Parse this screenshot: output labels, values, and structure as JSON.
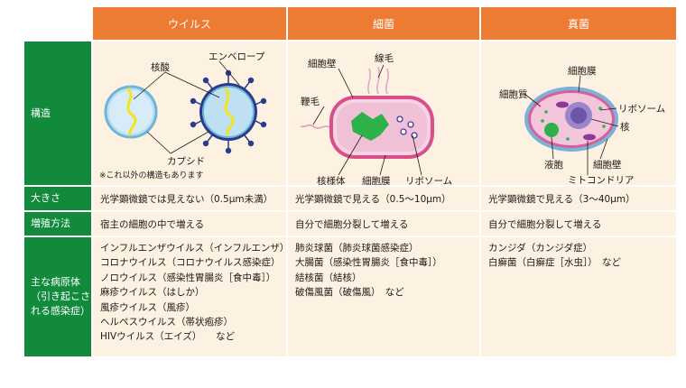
{
  "headers": {
    "virus": "ウイルス",
    "bacteria": "細菌",
    "fungi": "真菌"
  },
  "rows": {
    "structure": "構造",
    "size": "大きさ",
    "multiplication": "増殖方法",
    "pathogens": [
      "主な病原体",
      "（引き起こさ",
      "れる感染症）"
    ]
  },
  "virus_diagram": {
    "nucleic_acid": "核酸",
    "envelope": "エンベロープ",
    "capsid": "カプシド",
    "note": "※これ以外の構造もあります"
  },
  "bacteria_diagram": {
    "cell_wall": "細胞壁",
    "pilus": "線毛",
    "flagellum": "鞭毛",
    "nucleoid": "核様体",
    "cell_membrane": "細胞膜",
    "ribosome": "リボソーム"
  },
  "fungi_diagram": {
    "cell_membrane": "細胞膜",
    "cytoplasm": "細胞質",
    "ribosome": "リボソーム",
    "nucleus": "核",
    "vacuole": "液胞",
    "cell_wall": "細胞壁",
    "mitochondria": "ミトコンドリア"
  },
  "size": {
    "virus": "光学顕微鏡では見えない（0.5μm未満）",
    "bacteria": "光学顕微鏡で見える（0.5〜10μm）",
    "fungi": "光学顕微鏡で見える（3〜40μm）"
  },
  "multiplication": {
    "virus": "宿主の細胞の中で増える",
    "bacteria": "自分で細胞分裂して増える",
    "fungi": "自分で細胞分裂して増える"
  },
  "pathogens": {
    "virus": [
      "インフルエンザウイルス（インフルエンザ）",
      "コロナウイルス（コロナウイルス感染症）",
      "ノロウイルス（感染性胃腸炎［食中毒］）",
      "麻疹ウイルス（はしか）",
      "風疹ウイルス（風疹）",
      "ヘルペスウイルス（帯状疱疹）",
      "HIVウイルス（エイズ）　　など"
    ],
    "bacteria": [
      "肺炎球菌（肺炎球菌感染症）",
      "大腸菌（感染性胃腸炎［食中毒］）",
      "結核菌（結核）",
      "破傷風菌（破傷風）　など"
    ],
    "fungi": [
      "カンジダ（カンジダ症）",
      "白癬菌（白癬症［水虫］）　など"
    ]
  },
  "colors": {
    "header": "#ec7b33",
    "row_header": "#128a3c",
    "cell": "#fdf1e1"
  }
}
